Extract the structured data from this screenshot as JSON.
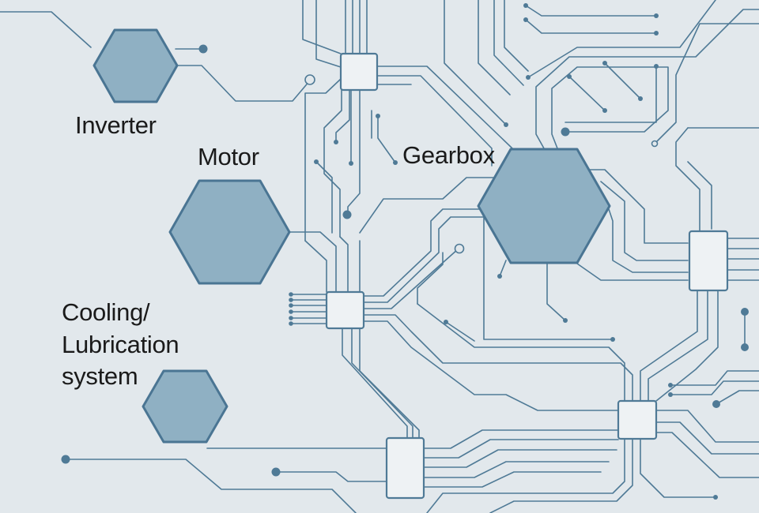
{
  "diagram": {
    "labels": {
      "inverter": "Inverter",
      "motor": "Motor",
      "gearbox": "Gearbox",
      "cooling_line1": "Cooling/",
      "cooling_line2": "Lubrication",
      "cooling_line3": "system"
    },
    "colors": {
      "background": "#e2e8ec",
      "trace": "#4f7a96",
      "hexagon_fill": "#8fb0c3",
      "hexagon_stroke": "#4a7593",
      "chip_fill": "#eef2f4",
      "label_text": "#1a1a1a"
    }
  }
}
